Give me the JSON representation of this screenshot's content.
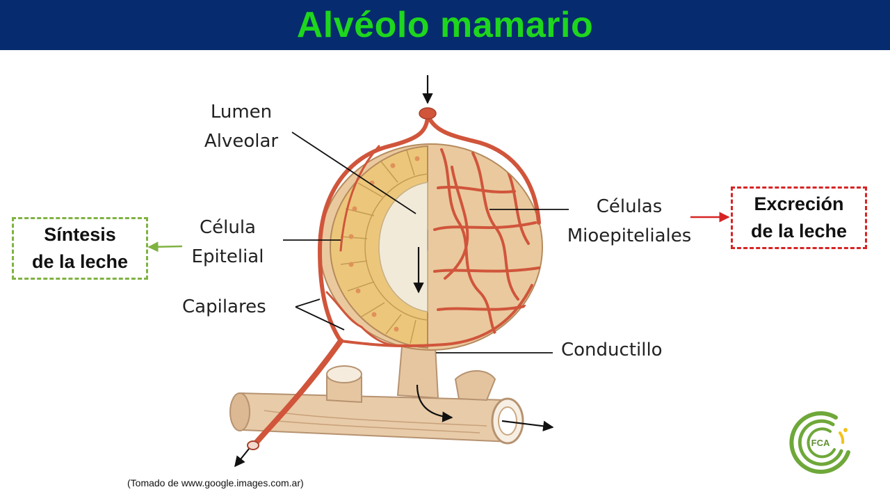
{
  "header": {
    "title": "Alvéolo mamario"
  },
  "labels": {
    "lumen_line1": "Lumen",
    "lumen_line2": "Alveolar",
    "celula_line1": "Célula",
    "celula_line2": "Epitelial",
    "capilares": "Capilares",
    "mioepiteliales_line1": "Células",
    "mioepiteliales_line2": "Mioepiteliales",
    "conductillo": "Conductillo"
  },
  "callouts": {
    "sintesis_line1": "Síntesis",
    "sintesis_line2": "de la leche",
    "excrecion_line1": "Excreción",
    "excrecion_line2": "de la leche"
  },
  "caption": "(Tomado de www.google.images.com.ar)",
  "logo": {
    "text": "FCA"
  },
  "colors": {
    "header_bg": "#062b6e",
    "title": "#1ed61e",
    "vessel": "#d0553b",
    "cell": "#e9c47c",
    "duct": "#e6c7a4",
    "green_box": "#7fb241",
    "red_box": "#d62424"
  }
}
